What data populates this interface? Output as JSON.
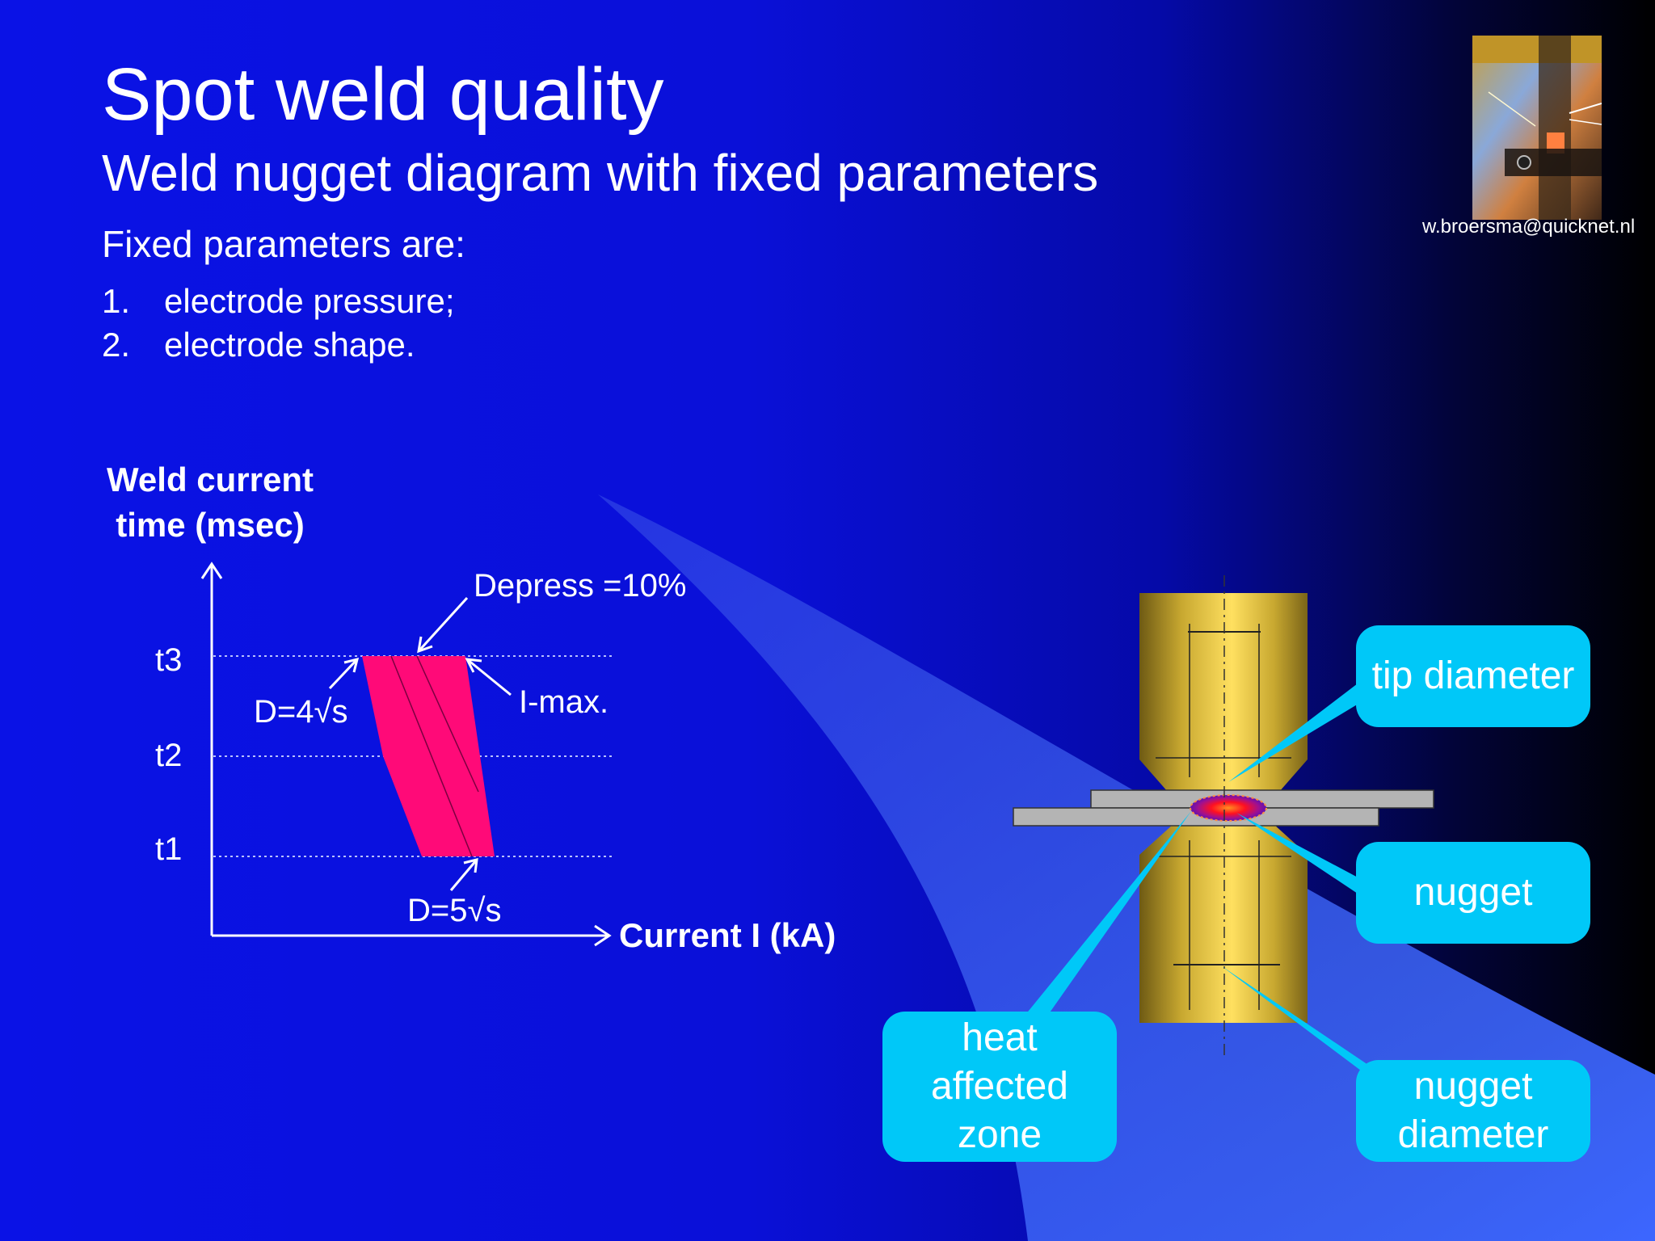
{
  "slide": {
    "title": "Spot weld quality",
    "subtitle": "Weld nugget diagram with fixed parameters",
    "email": "w.broersma@quicknet.nl",
    "fixed_parameters": {
      "heading": "Fixed parameters are:",
      "items": [
        {
          "num": "1.",
          "text": "electrode pressure;"
        },
        {
          "num": "2.",
          "text": "electrode shape."
        }
      ]
    }
  },
  "graph": {
    "ylabel": "Weld current time (msec)",
    "xlabel": "Current I (kA)",
    "yticks": [
      "t3",
      "t2",
      "t1"
    ],
    "annotations": {
      "depress": "Depress =10%",
      "imax": "I-max.",
      "d4": "D=4√s",
      "d5": "D=5√s"
    }
  },
  "weld_diagram": {
    "callouts": {
      "tip_diameter": "tip diameter",
      "nugget": "nugget",
      "heat_affected_zone": [
        "heat",
        "affected",
        "zone"
      ],
      "nugget_diameter": [
        "nugget",
        "diameter"
      ]
    }
  },
  "colors": {
    "background_left": "#0a12e6",
    "background_right": "#000000",
    "window_pink": "#ff0a78",
    "callout_cyan": "#00c8f8",
    "electrode_gold": "#f0d048",
    "sheet_gray": "#b4b4b4"
  }
}
